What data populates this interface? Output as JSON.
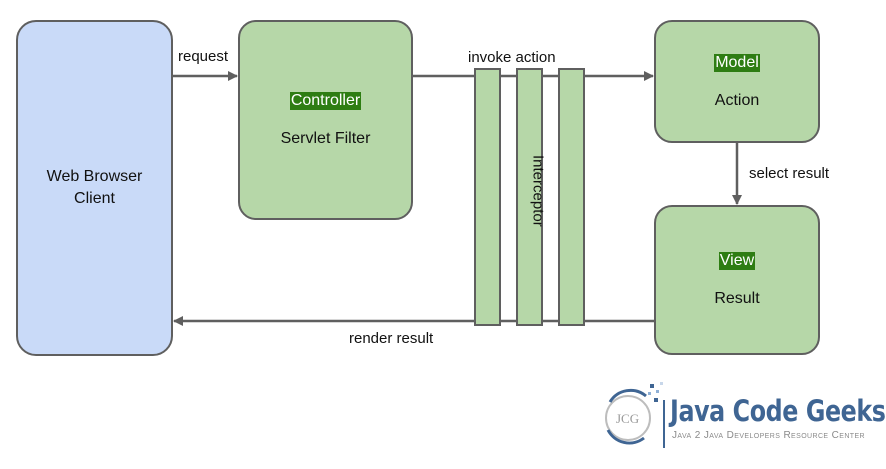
{
  "boxes": {
    "client": {
      "text": "Web Browser Client"
    },
    "controller": {
      "tag": "Controller",
      "text": "Servlet Filter"
    },
    "model": {
      "tag": "Model",
      "text": "Action"
    },
    "view": {
      "tag": "View",
      "text": "Result"
    }
  },
  "interceptor": {
    "label": "Interceptor"
  },
  "edges": {
    "request": "request",
    "invoke": "invoke action",
    "select": "select result",
    "render": "render result"
  },
  "logo": {
    "badge": "JCG",
    "name": "Java Code Geeks",
    "tagline": "Java 2 Java Developers Resource Center"
  },
  "colors": {
    "client_fill": "#c9daf8",
    "node_fill": "#b6d7a8",
    "tag_fill": "#2e7d13",
    "outline": "#5f5f5f",
    "logo_blue": "#3f6593"
  }
}
